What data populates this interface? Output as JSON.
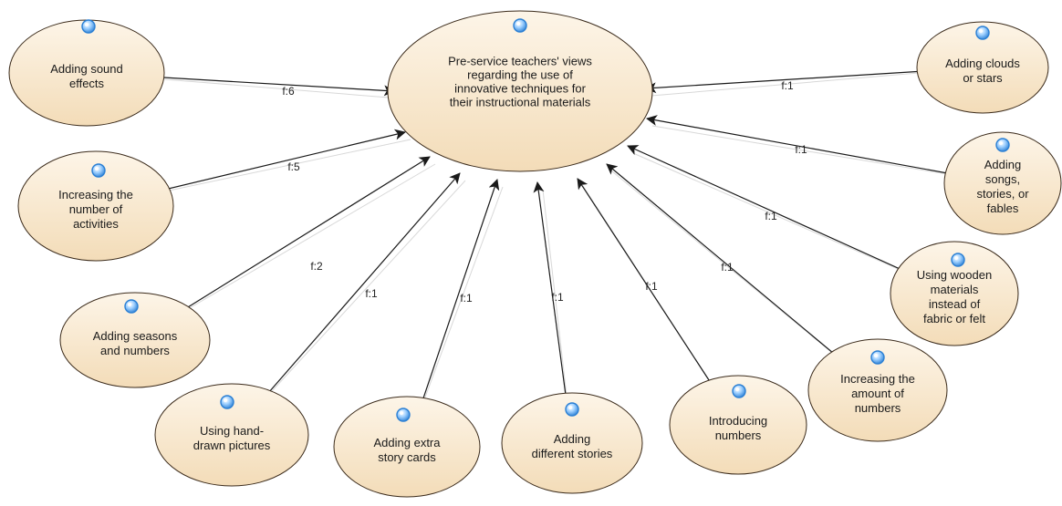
{
  "central": {
    "lines": [
      "Pre-service teachers' views",
      "regarding the use of",
      "innovative techniques for",
      "their instructional materials"
    ]
  },
  "nodes": [
    {
      "id": "sound-effects",
      "lines": [
        "Adding sound",
        "effects"
      ],
      "edge_label": "f:6"
    },
    {
      "id": "number-of-activities",
      "lines": [
        "Increasing the",
        "number of",
        "activities"
      ],
      "edge_label": "f:5"
    },
    {
      "id": "seasons-and-numbers",
      "lines": [
        "Adding seasons",
        "and numbers"
      ],
      "edge_label": "f:2"
    },
    {
      "id": "hand-drawn-pictures",
      "lines": [
        "Using hand-",
        "drawn pictures"
      ],
      "edge_label": "f:1"
    },
    {
      "id": "extra-story-cards",
      "lines": [
        "Adding extra",
        "story cards"
      ],
      "edge_label": "f:1"
    },
    {
      "id": "different-stories",
      "lines": [
        "Adding",
        "different stories"
      ],
      "edge_label": "f:1"
    },
    {
      "id": "introducing-numbers",
      "lines": [
        "Introducing",
        "numbers"
      ],
      "edge_label": "f:1"
    },
    {
      "id": "amount-of-numbers",
      "lines": [
        "Increasing the",
        "amount of",
        "numbers"
      ],
      "edge_label": "f:1"
    },
    {
      "id": "wooden-materials",
      "lines": [
        "Using wooden",
        "materials",
        "instead of",
        "fabric or felt"
      ],
      "edge_label": "f:1"
    },
    {
      "id": "songs-stories-fables",
      "lines": [
        "Adding",
        "songs,",
        "stories, or",
        "fables"
      ],
      "edge_label": "f:1"
    },
    {
      "id": "clouds-or-stars",
      "lines": [
        "Adding clouds",
        "or stars"
      ],
      "edge_label": "f:1"
    }
  ],
  "colors": {
    "ellipse_fill_top": "#fdf5e8",
    "ellipse_fill_bottom": "#f3dcb8",
    "ellipse_stroke": "#3a2a1a",
    "edge": "#1a1a1a",
    "marker_outer": "#2a7fd4",
    "marker_inner": "#cfe8ff"
  },
  "icons": {
    "node_marker": "blue-circle-icon",
    "edge_end": "arrowhead-icon"
  }
}
